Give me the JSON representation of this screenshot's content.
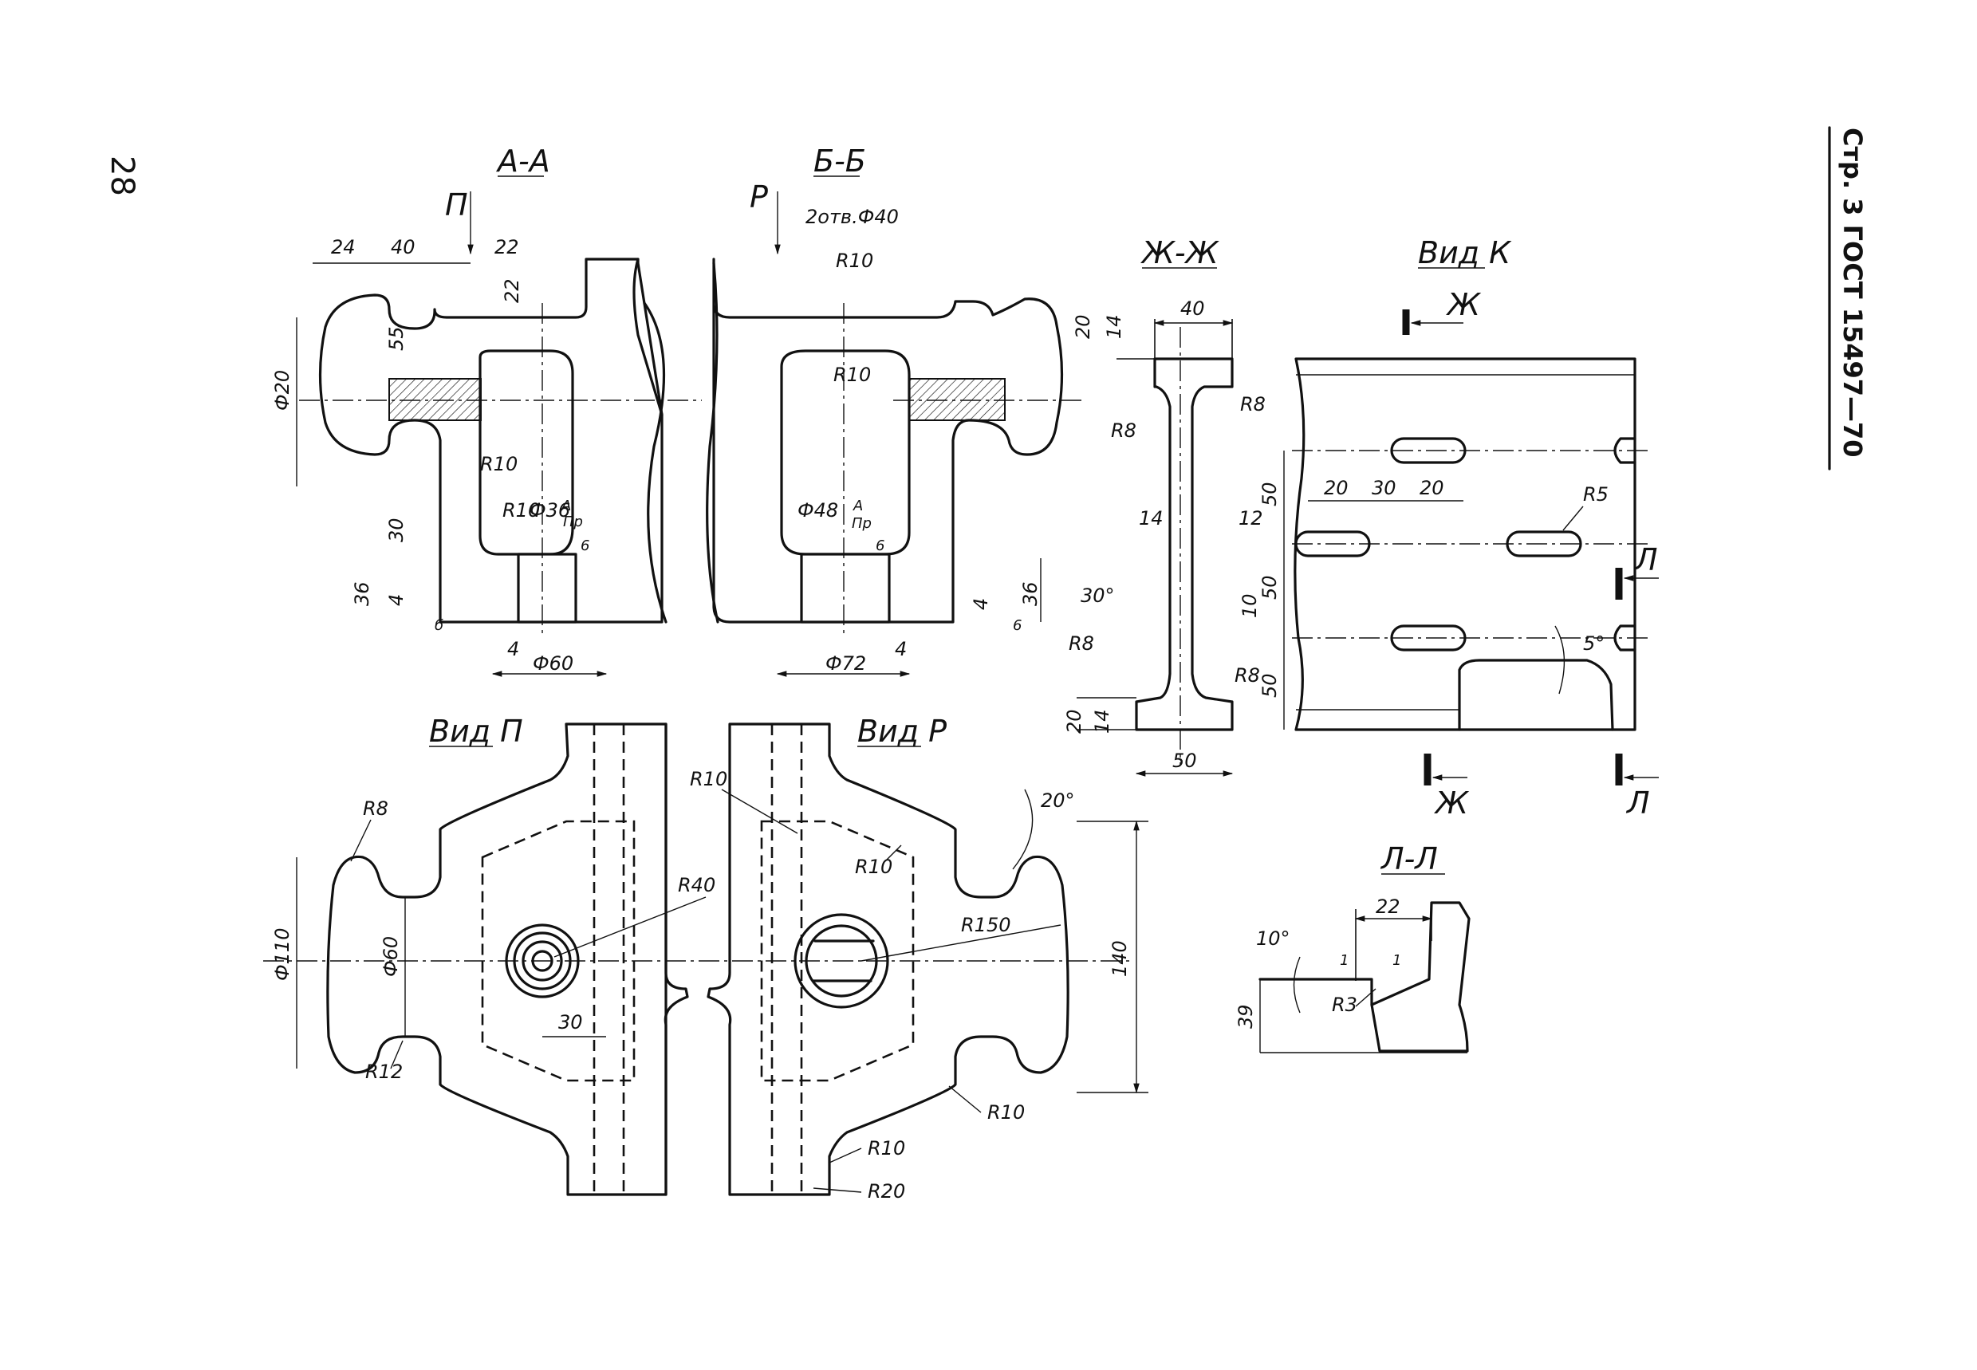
{
  "page": {
    "page_number": "28",
    "standard_ref": "Стр. 3 ГОСТ 15497—70"
  },
  "views": {
    "section_aa": "А-А",
    "section_bb": "Б-Б",
    "section_zhzh": "Ж-Ж",
    "view_k": "Вид К",
    "view_p": "Вид П",
    "view_r": "Вид Р",
    "section_ll": "Л-Л"
  },
  "markers": {
    "p": "П",
    "r": "Р",
    "zh": "Ж",
    "l": "Л"
  },
  "section_aa": {
    "dims": [
      "24",
      "40",
      "22",
      "22",
      "55",
      "Ф20",
      "R10",
      "R10",
      "Ф36",
      "A",
      "Пр",
      "30",
      "36",
      "4",
      "б",
      "Ф60",
      "4",
      "6"
    ]
  },
  "section_bb": {
    "dims": [
      "2отв.Ф40",
      "R10",
      "R10",
      "Ф48",
      "A",
      "Пр",
      "6",
      "4",
      "6",
      "36",
      "Ф72",
      "4"
    ]
  },
  "section_zhzh": {
    "dims": [
      "40",
      "20",
      "14",
      "R8",
      "R8",
      "14",
      "12",
      "30°",
      "10",
      "R8",
      "R8",
      "20",
      "14",
      "50"
    ]
  },
  "view_k_dims": [
    "50",
    "50",
    "50",
    "20",
    "30",
    "20",
    "R5",
    "5°"
  ],
  "view_p_dims": [
    "R8",
    "Ф110",
    "Ф60",
    "R12",
    "R40",
    "30"
  ],
  "view_r_dims": [
    "R10",
    "R10",
    "20°",
    "R150",
    "140",
    "R10",
    "R10",
    "R20"
  ],
  "section_ll_dims": [
    "10°",
    "22",
    "1",
    "1",
    "R3",
    "39"
  ]
}
